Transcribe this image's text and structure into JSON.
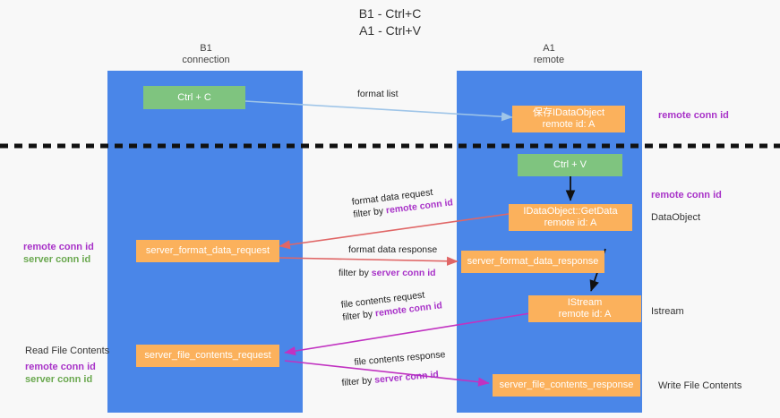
{
  "title": {
    "line1": "B1 - Ctrl+C",
    "line2": "A1 - Ctrl+V"
  },
  "columns": [
    {
      "name": "B1",
      "sub": "connection"
    },
    {
      "name": "A1",
      "sub": "remote"
    }
  ],
  "boxes": {
    "ctrl_c": "Ctrl + C",
    "ctrl_v": "Ctrl + V",
    "save_idataobject_l1": "保存IDataObject",
    "save_idataobject_l2": "remote id: A",
    "getdata_l1": "IDataObject::GetData",
    "getdata_l2": "remote id: A",
    "istream_l1": "IStream",
    "istream_l2": "remote id: A",
    "server_format_data_request": "server_format_data_request",
    "server_format_data_response": "server_format_data_response",
    "server_file_contents_request": "server_file_contents_request",
    "server_file_contents_response": "server_file_contents_response"
  },
  "edges": {
    "format_list": "format list",
    "format_data_request": "format data request",
    "format_data_request_filter_pre": "filter by ",
    "format_data_request_filter_key": "remote conn id",
    "format_data_response": "format data response",
    "format_data_response_filter_pre": "filter by ",
    "format_data_response_filter_key": "server conn id",
    "file_contents_request": "file contents request",
    "file_contents_request_filter_pre": "filter by ",
    "file_contents_request_filter_key": "remote conn id",
    "file_contents_response": "file contents response",
    "file_contents_response_filter_pre": "filter by ",
    "file_contents_response_filter_key": "server conn id"
  },
  "annotations": {
    "right_remote_conn_id_top": "remote conn id",
    "right_remote_conn_id_mid": "remote conn id",
    "right_dataobject": "DataObject",
    "right_istream": "Istream",
    "right_write_file_contents": "Write File Contents",
    "left_remote_conn_id_mid": "remote conn id",
    "left_server_conn_id_mid": "server conn id",
    "left_read_file_contents": "Read File Contents",
    "left_remote_conn_id_bot": "remote conn id",
    "left_server_conn_id_bot": "server conn id"
  },
  "colors": {
    "band": "#4a86e8",
    "green_box": "#7fc47f",
    "orange_box": "#fbb15c",
    "arrow_format_list": "#9fc5e8",
    "arrow_format_data": "#e06666",
    "arrow_file_contents": "#c132c1",
    "arrow_flow": "#111111",
    "divider": "#111111",
    "accent_purple": "#a832c8",
    "accent_green": "#6aa84f"
  }
}
